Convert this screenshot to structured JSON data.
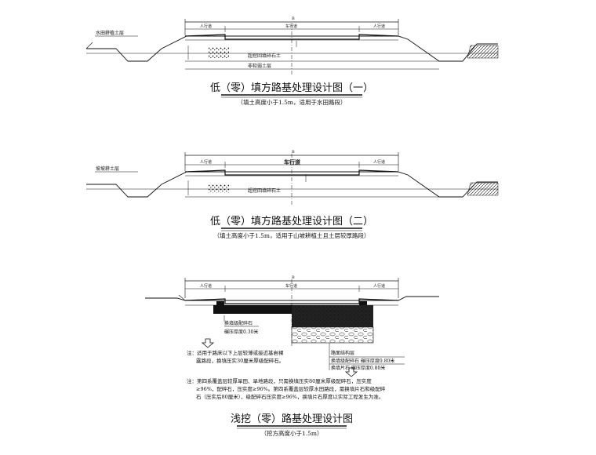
{
  "diagram1": {
    "title": "低（零）填方路基处理设计图（一）",
    "subtitle": "（填土高度小于1.5m，适用于水田路段）",
    "label_soil": "水田耕植土层",
    "label_backfill": "超挖回填碎石土",
    "label_subsoil": "非软弱土层",
    "label_walk_left": "人行道",
    "label_carriage": "车行道",
    "label_walk_right": "人行道",
    "dim_top": "B"
  },
  "diagram2": {
    "title": "低（零）填方路基处理设计图（二）",
    "subtitle": "（填土高度小于1.5m，适用于山坡耕植土且土层较厚路段）",
    "label_soil": "坡坡耕土层",
    "label_backfill": "超挖回填碎石土",
    "label_walk_left": "人行道",
    "label_carriage": "车行道",
    "label_walk_right": "人行道",
    "dim_top": "B"
  },
  "diagram3": {
    "title": "浅挖（零）路基处理设计图",
    "subtitle": "（挖方高度小于1.5m）",
    "label_walk_left": "人行道",
    "label_carriage": "车行道",
    "label_walk_right": "人行道",
    "dim_top": "B",
    "label_gravel": "换填级配碎石",
    "label_gravel_thickness": "碾压厚度0.30米",
    "pavement_title": "路面结构层",
    "pavement_row1": "换填级配碎石 碾压厚度0.80米",
    "pavement_row2": "换填片石 碾压厚度0.80米",
    "note1_line1": "注：适用于路床以下上层较薄或接近基岩裸",
    "note1_line2": "露路段，换填压实30厘米厚级配碎石。",
    "note2_line1": "注：第四系覆盖层较厚旱田、旱地路段，只需换填压实80厘米厚级配碎石，压实度",
    "note2_line2": "≥96%，配碎石，压实度≥96%。第四系覆盖层较厚水田路段，需换填片石和级配碎",
    "note2_line3": "石（压实后80厘米），级配碎石压实度≥96%，换填片石厚度以实际工程发生为准。"
  }
}
